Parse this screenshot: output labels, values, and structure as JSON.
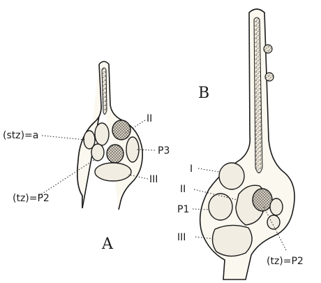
{
  "panels": {
    "a": {
      "panel_label": "A",
      "labels": {
        "stz_a": "(stz)=a",
        "ii": "II",
        "p3": "P3",
        "iii": "III",
        "tz_p2": "(tz)=P2"
      }
    },
    "b": {
      "panel_label": "B",
      "labels": {
        "i": "I",
        "ii": "II",
        "p1": "P1",
        "iii": "III",
        "tz_p2": "(tz)=P2"
      }
    }
  }
}
